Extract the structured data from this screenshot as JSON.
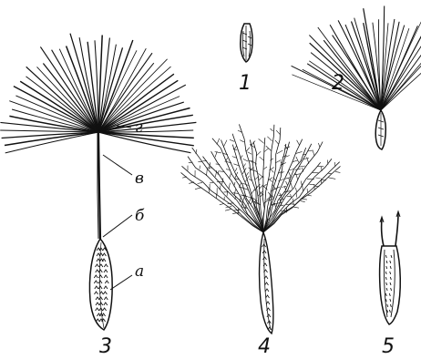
{
  "figure_labels": [
    "1",
    "2",
    "3",
    "4",
    "5"
  ],
  "part_labels": {
    "a": "а",
    "b": "б",
    "v": "в",
    "g": "г"
  },
  "colors": {
    "ink": "#111111",
    "background": "#ffffff"
  }
}
